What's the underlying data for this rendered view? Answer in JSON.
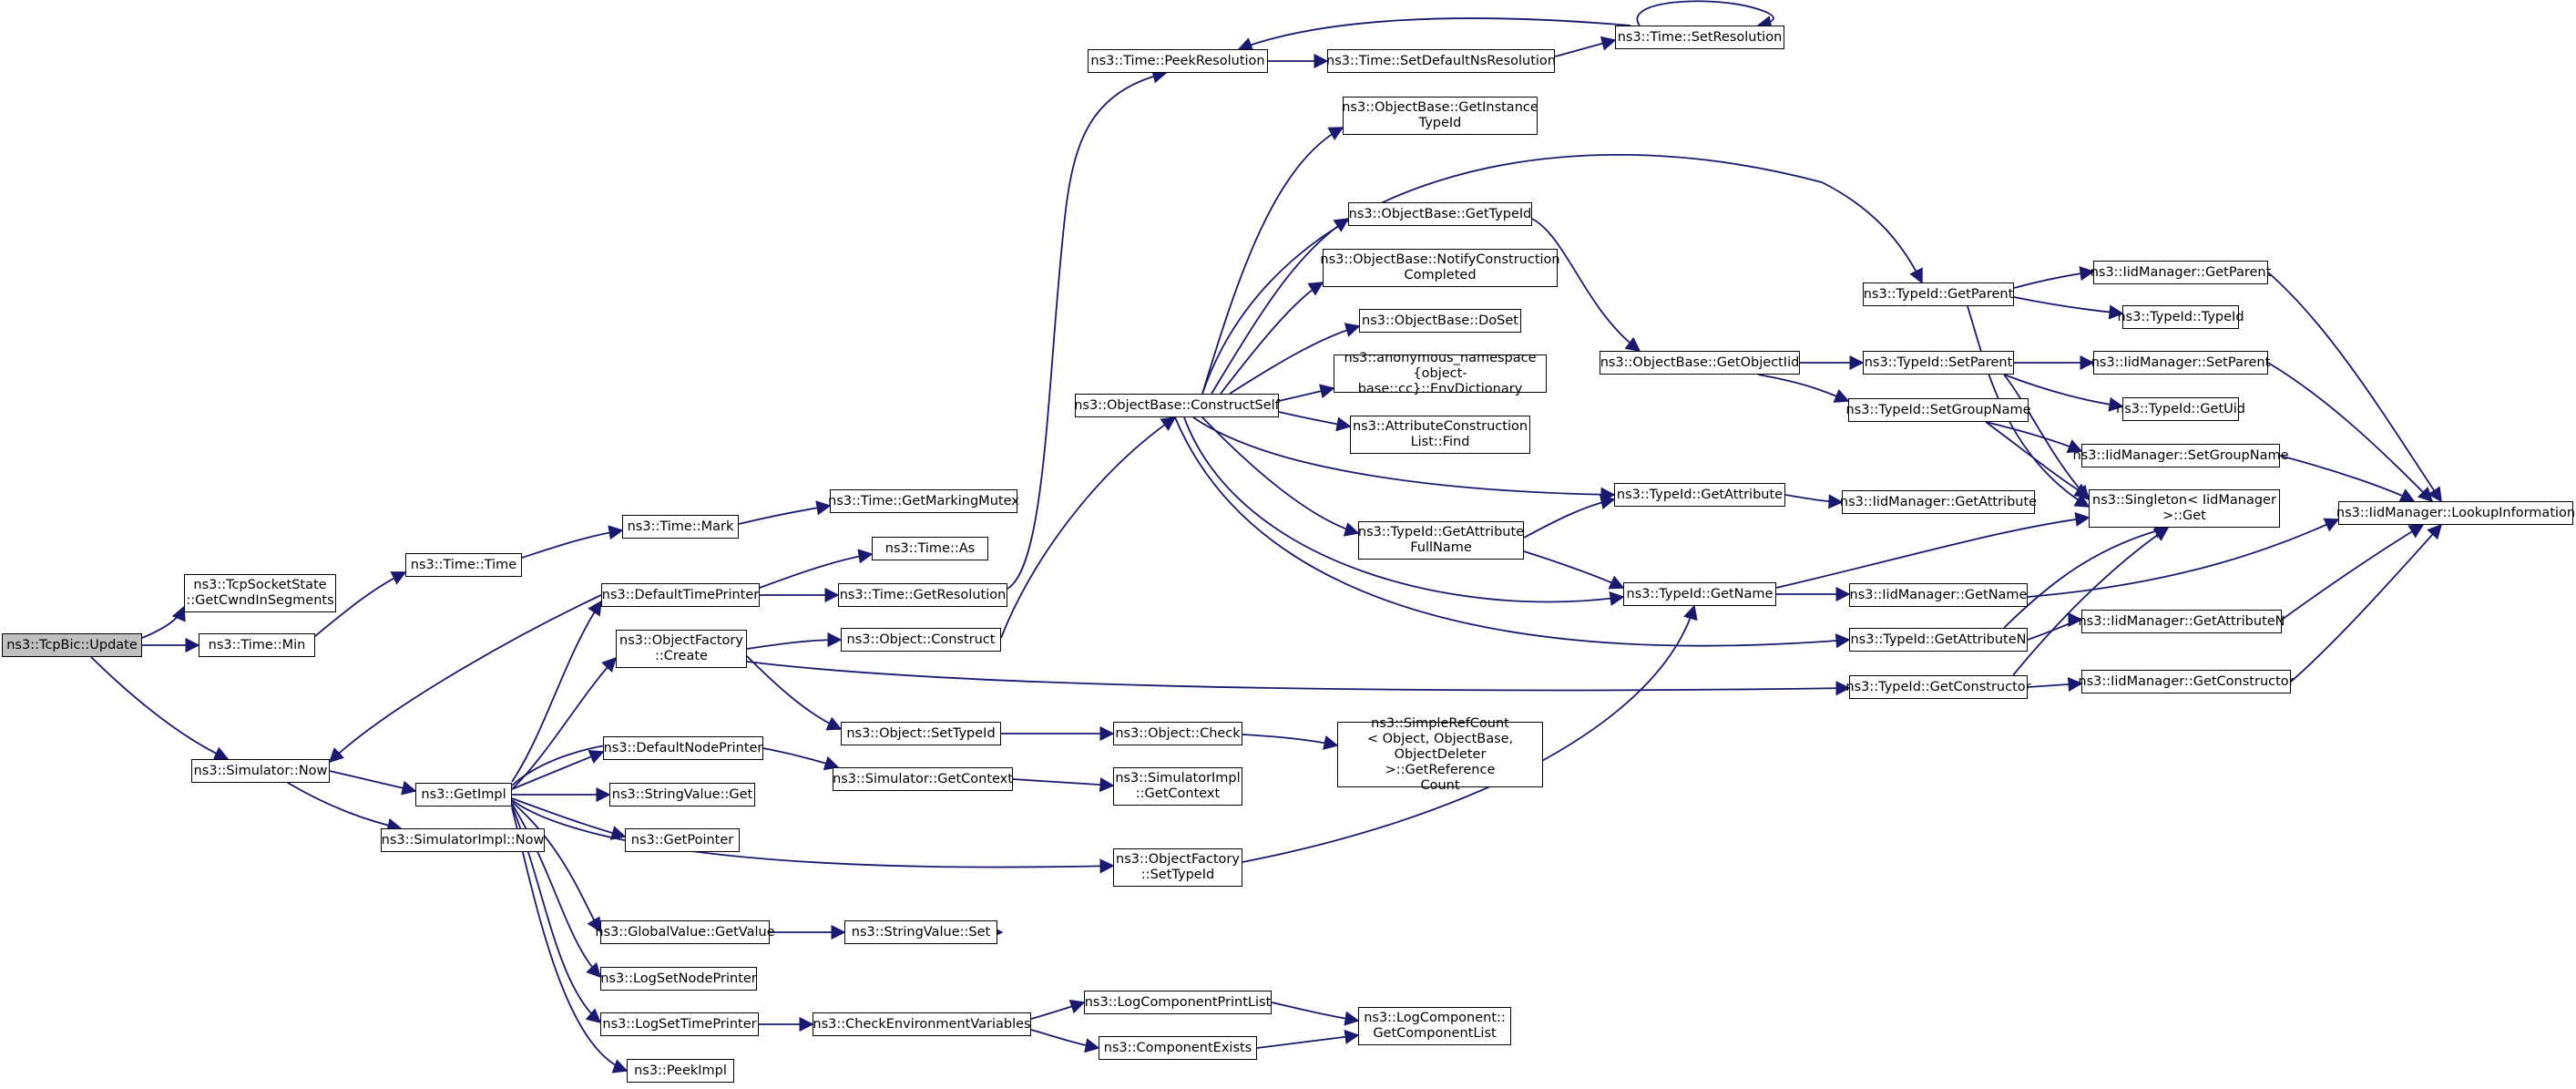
{
  "colors": {
    "edge": "#191970",
    "node_border": "#000000",
    "root_fill": "#bfbfbf",
    "node_fill": "#ffffff"
  },
  "nodes": {
    "update": "ns3::TcpBic::Update",
    "getcwnd": "ns3::TcpSocketState\n::GetCwndInSegments",
    "timemin": "ns3::Time::Min",
    "simnow": "ns3::Simulator::Now",
    "timetime": "ns3::Time::Time",
    "timemark": "ns3::Time::Mark",
    "getmarkingmutex": "ns3::Time::GetMarkingMutex",
    "defaulttimeprinter": "ns3::DefaultTimePrinter",
    "timeas": "ns3::Time::As",
    "getresolution": "ns3::Time::GetResolution",
    "getimpl": "ns3::GetImpl",
    "simimplnow": "ns3::SimulatorImpl::Now",
    "objfactorycreate": "ns3::ObjectFactory\n::Create",
    "defaultnodeprinter": "ns3::DefaultNodePrinter",
    "stringvalueget": "ns3::StringValue::Get",
    "getpointer": "ns3::GetPointer",
    "globalvalueget": "ns3::GlobalValue::GetValue",
    "logsetnodeprinter": "ns3::LogSetNodePrinter",
    "logsettimeprinter": "ns3::LogSetTimePrinter",
    "peekimpl": "ns3::PeekImpl",
    "objectconstruct": "ns3::Object::Construct",
    "objectsettypeid": "ns3::Object::SetTypeId",
    "simgetcontext": "ns3::Simulator::GetContext",
    "objfactorysettypeid": "ns3::ObjectFactory\n::SetTypeId",
    "stringvalueset": "ns3::StringValue::Set",
    "checkenv": "ns3::CheckEnvironmentVariables",
    "peekresolution": "ns3::Time::PeekResolution",
    "setdefaultns": "ns3::Time::SetDefaultNsResolution",
    "setresolution": "ns3::Time::SetResolution",
    "constructself": "ns3::ObjectBase::ConstructSelf",
    "getinstancetypeid": "ns3::ObjectBase::GetInstance\nTypeId",
    "obgettypeid": "ns3::ObjectBase::GetTypeId",
    "notifyconstruction": "ns3::ObjectBase::NotifyConstruction\nCompleted",
    "dosetx": "ns3::ObjectBase::DoSet",
    "envdictionary": "ns3::anonymous_namespace\n{object-base::cc}::EnvDictionary",
    "attrlistfind": "ns3::AttributeConstruction\nList::Find",
    "getattrfullname": "ns3::TypeId::GetAttribute\nFullName",
    "objectcheck": "ns3::Object::Check",
    "simimplgetcontext": "ns3::SimulatorImpl\n::GetContext",
    "getreferencecount": "ns3::SimpleRefCount\n< Object, ObjectBase,\n ObjectDeleter >::GetReference\nCount",
    "logcomponentprintlist": "ns3::LogComponentPrintList",
    "componentexists": "ns3::ComponentExists",
    "getcomponentlist": "ns3::LogComponent::\nGetComponentList",
    "getobjectiid": "ns3::ObjectBase::GetObjectIid",
    "tgetattribute": "ns3::TypeId::GetAttribute",
    "tgetname": "ns3::TypeId::GetName",
    "tgetparent": "ns3::TypeId::GetParent",
    "tsetparent": "ns3::TypeId::SetParent",
    "tsetgroupname": "ns3::TypeId::SetGroupName",
    "tgetattributen": "ns3::TypeId::GetAttributeN",
    "tgetconstructor": "ns3::TypeId::GetConstructor",
    "igetattribute": "ns3::IidManager::GetAttribute",
    "igetname": "ns3::IidManager::GetName",
    "igetparent": "ns3::IidManager::GetParent",
    "ttypeid": "ns3::TypeId::TypeId",
    "isetparent": "ns3::IidManager::SetParent",
    "tgetuid": "ns3::TypeId::GetUid",
    "isetgroupname": "ns3::IidManager::SetGroupName",
    "singletonget": "ns3::Singleton< IidManager\n >::Get",
    "igetattributen": "ns3::IidManager::GetAttributeN",
    "igetconstructor": "ns3::IidManager::GetConstructor",
    "lookupinformation": "ns3::IidManager::LookupInformation"
  }
}
